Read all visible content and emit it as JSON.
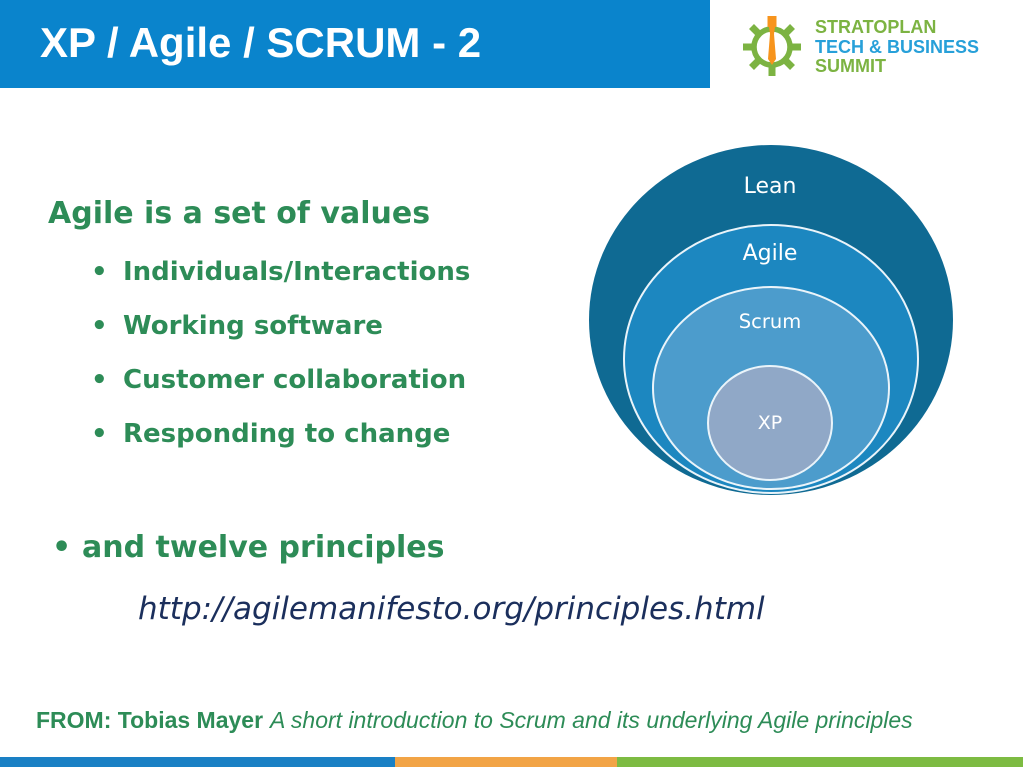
{
  "header": {
    "title": "XP / Agile / SCRUM - 2",
    "background_color": "#0a84cc",
    "title_color": "#ffffff"
  },
  "logo": {
    "icon": "gear-tie-icon",
    "line1": "STRATOPLAN",
    "line2": "TECH & BUSINESS",
    "line3": "SUMMIT",
    "colors": {
      "green": "#7cb342",
      "blue": "#27a0d9",
      "orange": "#f7941d"
    }
  },
  "content": {
    "text_color": "#2d8c57",
    "bullet": "•",
    "values_heading": "Agile is a set of values",
    "values": [
      "Individuals/Interactions",
      "Working software",
      "Customer collaboration",
      "Responding to change"
    ],
    "principles": "and twelve principles",
    "link": {
      "text": "http://agilemanifesto.org/principles.html",
      "color": "#1b2f5c"
    }
  },
  "diagram": {
    "label_color": "#ffffff",
    "layers": [
      {
        "label": "Lean",
        "color": "#0f6a93"
      },
      {
        "label": "Agile",
        "color": "#1c87c0"
      },
      {
        "label": "Scrum",
        "color": "#4c9ccc"
      },
      {
        "label": "XP",
        "color": "#90a8c7"
      }
    ]
  },
  "footer": {
    "source_label": "FROM: Tobias Mayer",
    "source_title": "A short introduction to Scrum and its underlying Agile principles",
    "text_color": "#2d8c57"
  },
  "bottom_strip": {
    "colors": [
      "#1a80c4",
      "#f2a446",
      "#7dbb42"
    ]
  }
}
